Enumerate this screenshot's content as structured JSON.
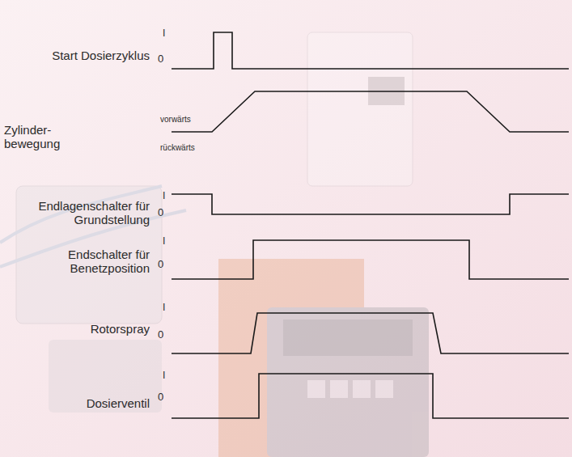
{
  "diagram": {
    "labels": [
      "I",
      "Start Dosierzyklus",
      "0",
      "vorwärts",
      "Zylinder- bewegung",
      "rückwärts",
      "I",
      "Endlagenschalter für Grundstellung",
      "0",
      "I",
      "Endschalter für Benetzposition",
      "0",
      "I",
      "Rotorspray",
      "0",
      "I",
      "Dosierventil",
      "0"
    ]
  }
}
